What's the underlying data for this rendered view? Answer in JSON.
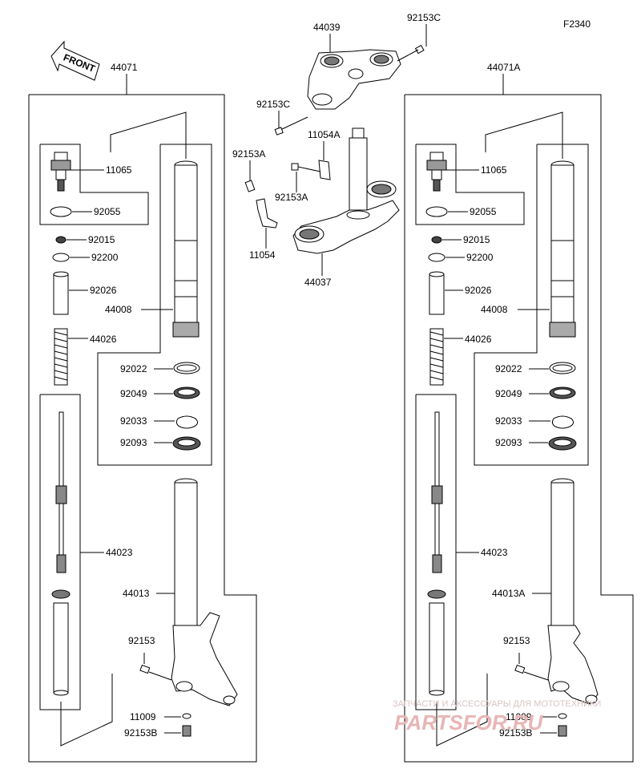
{
  "diagram_code": "F2340",
  "front_label": "FRONT",
  "labels": {
    "p44071": "44071",
    "p44071a": "44071A",
    "p44039": "44039",
    "p92153c_top": "92153C",
    "p92153c_left": "92153C",
    "p11054a": "11054A",
    "p92153a_left": "92153A",
    "p92153a_mid": "92153A",
    "p11054": "11054",
    "p44037": "44037",
    "L_11065": "11065",
    "L_92055": "92055",
    "L_92015": "92015",
    "L_92200": "92200",
    "L_92026": "92026",
    "L_44008": "44008",
    "L_44026": "44026",
    "L_92022": "92022",
    "L_92049": "92049",
    "L_92033": "92033",
    "L_92093": "92093",
    "L_44023": "44023",
    "L_44013": "44013",
    "L_92153": "92153",
    "L_11009": "11009",
    "L_92153b": "92153B",
    "R_11065": "11065",
    "R_92055": "92055",
    "R_92015": "92015",
    "R_92200": "92200",
    "R_92026": "92026",
    "R_44008": "44008",
    "R_44026": "44026",
    "R_92022": "92022",
    "R_92049": "92049",
    "R_92033": "92033",
    "R_92093": "92093",
    "R_44023": "44023",
    "R_44013a": "44013A",
    "R_92153": "92153",
    "R_11009": "11009",
    "R_92153b": "92153B"
  },
  "watermark": {
    "line1": "ЗАПЧАСТИ И АКСЕССУАРЫ ДЛЯ МОТОТЕХНИКИ",
    "line2": "PARTSFOR.RU"
  },
  "colors": {
    "line": "#000000",
    "background": "#ffffff",
    "watermark": "#e8b5b5"
  }
}
